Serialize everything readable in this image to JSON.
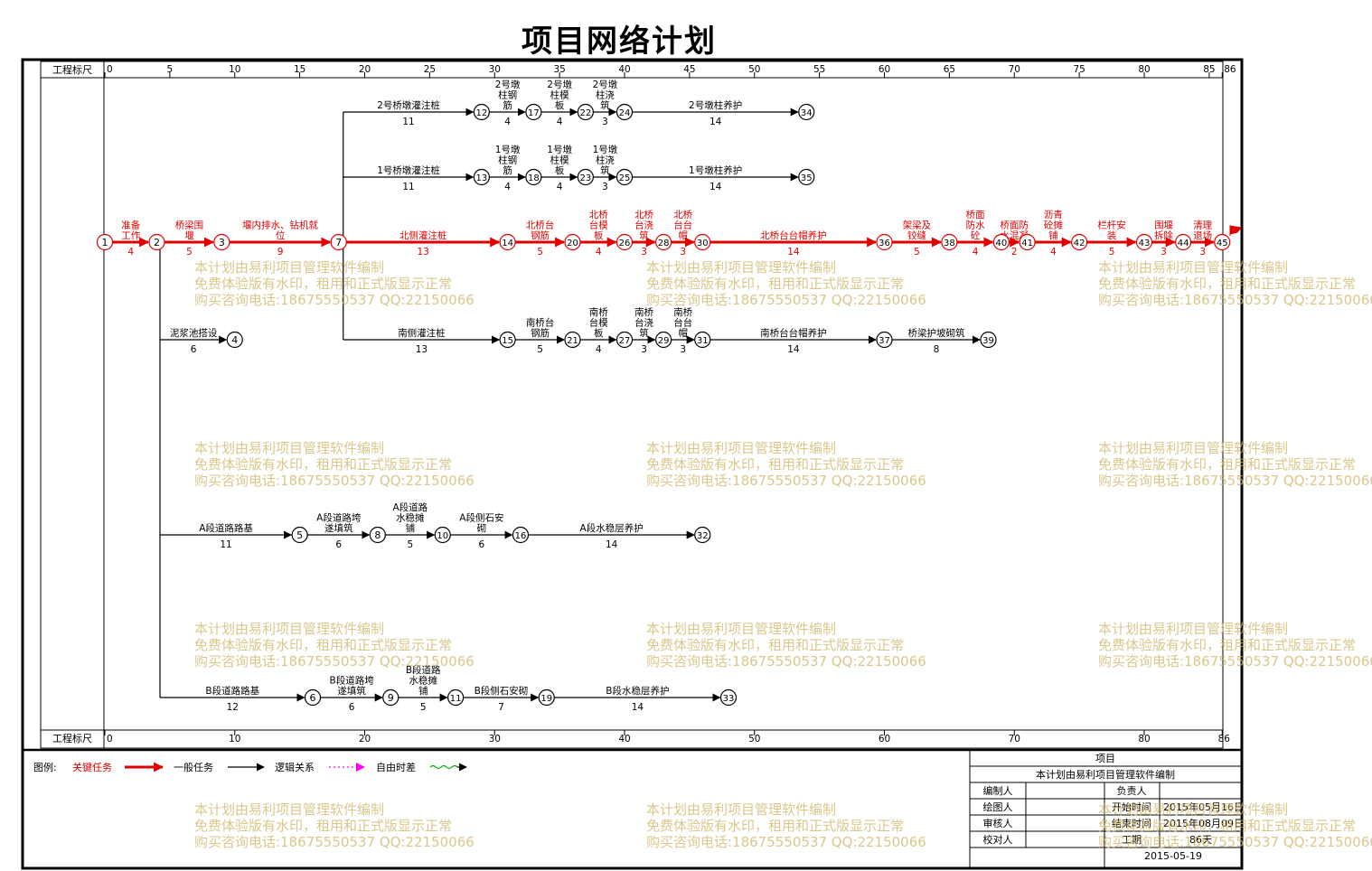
{
  "title": "项目网络计划",
  "scale_label": "工程标尺",
  "top_ticks": [
    "0",
    "5",
    "10",
    "15",
    "20",
    "25",
    "30",
    "35",
    "40",
    "45",
    "50",
    "55",
    "60",
    "65",
    "70",
    "75",
    "80",
    "85",
    "86"
  ],
  "bottom_ticks": [
    "0",
    "10",
    "20",
    "30",
    "40",
    "50",
    "60",
    "70",
    "80",
    "86"
  ],
  "legend": {
    "prefix": "图例:",
    "items": [
      {
        "label": "关键任务",
        "color": "#e00000"
      },
      {
        "label": "一般任务",
        "color": "#000000"
      },
      {
        "label": "逻辑关系",
        "color": "#ff00ff"
      },
      {
        "label": "自由时差",
        "color": "#00b000"
      }
    ]
  },
  "info_block": {
    "project_label": "项目",
    "company": "本计划由易利项目管理软件编制",
    "rows": [
      {
        "left": "编制人",
        "right_label": "负责人",
        "right_value": ""
      },
      {
        "left": "绘图人",
        "right_label": "开始时间",
        "right_value": "2015年05月16日"
      },
      {
        "left": "审核人",
        "right_label": "结束时间",
        "right_value": "2015年08月09日"
      },
      {
        "left": "校对人",
        "right_label": "工期",
        "right_value": "86天"
      }
    ],
    "date": "2015-05-19"
  },
  "watermark": [
    "本计划由易利项目管理软件编制",
    "免费体验版有水印，租用和正式版显示正常",
    "购买咨询电话:18675550537 QQ:22150066"
  ],
  "nodes": [
    {
      "id": "1",
      "t": 0,
      "row": "main"
    },
    {
      "id": "2",
      "t": 4,
      "row": "main"
    },
    {
      "id": "3",
      "t": 9,
      "row": "main"
    },
    {
      "id": "7",
      "t": 18,
      "row": "main"
    },
    {
      "id": "14",
      "t": 31,
      "row": "main"
    },
    {
      "id": "20",
      "t": 36,
      "row": "main"
    },
    {
      "id": "26",
      "t": 40,
      "row": "main"
    },
    {
      "id": "28",
      "t": 43,
      "row": "main"
    },
    {
      "id": "30",
      "t": 46,
      "row": "main"
    },
    {
      "id": "36",
      "t": 60,
      "row": "main"
    },
    {
      "id": "38",
      "t": 65,
      "row": "main"
    },
    {
      "id": "40",
      "t": 69,
      "row": "main"
    },
    {
      "id": "41",
      "t": 71,
      "row": "main"
    },
    {
      "id": "42",
      "t": 75,
      "row": "main"
    },
    {
      "id": "43",
      "t": 80,
      "row": "main"
    },
    {
      "id": "44",
      "t": 83,
      "row": "main"
    },
    {
      "id": "45",
      "t": 86,
      "row": "main"
    },
    {
      "id": "12",
      "t": 29,
      "row": "p2"
    },
    {
      "id": "17",
      "t": 33,
      "row": "p2"
    },
    {
      "id": "22",
      "t": 37,
      "row": "p2"
    },
    {
      "id": "24",
      "t": 40,
      "row": "p2"
    },
    {
      "id": "34",
      "t": 54,
      "row": "p2"
    },
    {
      "id": "13",
      "t": 29,
      "row": "p1"
    },
    {
      "id": "18",
      "t": 33,
      "row": "p1"
    },
    {
      "id": "23",
      "t": 37,
      "row": "p1"
    },
    {
      "id": "25",
      "t": 40,
      "row": "p1"
    },
    {
      "id": "35",
      "t": 54,
      "row": "p1"
    },
    {
      "id": "4",
      "t": 10,
      "row": "mud"
    },
    {
      "id": "15",
      "t": 31,
      "row": "south"
    },
    {
      "id": "21",
      "t": 36,
      "row": "south"
    },
    {
      "id": "27",
      "t": 40,
      "row": "south"
    },
    {
      "id": "29",
      "t": 43,
      "row": "south"
    },
    {
      "id": "31",
      "t": 46,
      "row": "south"
    },
    {
      "id": "37",
      "t": 60,
      "row": "south"
    },
    {
      "id": "39",
      "t": 68,
      "row": "south"
    },
    {
      "id": "5",
      "t": 15,
      "row": "a"
    },
    {
      "id": "8",
      "t": 21,
      "row": "a"
    },
    {
      "id": "10",
      "t": 26,
      "row": "a"
    },
    {
      "id": "16",
      "t": 32,
      "row": "a"
    },
    {
      "id": "32",
      "t": 46,
      "row": "a"
    },
    {
      "id": "6",
      "t": 16,
      "row": "b"
    },
    {
      "id": "9",
      "t": 22,
      "row": "b"
    },
    {
      "id": "11",
      "t": 27,
      "row": "b"
    },
    {
      "id": "19",
      "t": 34,
      "row": "b"
    },
    {
      "id": "33",
      "t": 48,
      "row": "b"
    }
  ],
  "tasks": [
    {
      "from": "1",
      "to": "2",
      "name": "准备\n工作",
      "dur": "4",
      "critical": true
    },
    {
      "from": "2",
      "to": "3",
      "name": "桥梁围\n堰",
      "dur": "5",
      "critical": true
    },
    {
      "from": "3",
      "to": "7",
      "name": "堰内排水、钻机就\n位",
      "dur": "9",
      "critical": true
    },
    {
      "from": "7",
      "to": "14",
      "name": "北侧灌注桩",
      "dur": "13",
      "critical": true
    },
    {
      "from": "14",
      "to": "20",
      "name": "北桥台\n钢筋",
      "dur": "5",
      "critical": true
    },
    {
      "from": "20",
      "to": "26",
      "name": "北桥\n台模\n板",
      "dur": "4",
      "critical": true
    },
    {
      "from": "26",
      "to": "28",
      "name": "北桥\n台浇\n筑",
      "dur": "3",
      "critical": true
    },
    {
      "from": "28",
      "to": "30",
      "name": "北桥\n台台\n帽",
      "dur": "3",
      "critical": true
    },
    {
      "from": "30",
      "to": "36",
      "name": "北桥台台帽养护",
      "dur": "14",
      "critical": true
    },
    {
      "from": "36",
      "to": "38",
      "name": "架梁及\n铰缝",
      "dur": "5",
      "critical": true
    },
    {
      "from": "38",
      "to": "40",
      "name": "桥面\n防水\n砼",
      "dur": "4",
      "critical": true
    },
    {
      "from": "40",
      "to": "41",
      "name": "桥面防\n水混凝",
      "dur": "2",
      "critical": true
    },
    {
      "from": "41",
      "to": "42",
      "name": "沥青\n砼摊\n铺",
      "dur": "4",
      "critical": true
    },
    {
      "from": "42",
      "to": "43",
      "name": "栏杆安\n装",
      "dur": "5",
      "critical": true
    },
    {
      "from": "43",
      "to": "44",
      "name": "围堰\n拆除",
      "dur": "3",
      "critical": true
    },
    {
      "from": "44",
      "to": "45",
      "name": "清理\n退场",
      "dur": "3",
      "critical": true
    },
    {
      "from": "7",
      "to": "12",
      "name": "2号桥墩灌注桩",
      "dur": "11",
      "critical": false
    },
    {
      "from": "12",
      "to": "17",
      "name": "2号墩\n柱钢\n筋",
      "dur": "4",
      "critical": false
    },
    {
      "from": "17",
      "to": "22",
      "name": "2号墩\n柱模\n板",
      "dur": "4",
      "critical": false
    },
    {
      "from": "22",
      "to": "24",
      "name": "2号墩\n柱浇\n筑",
      "dur": "3",
      "critical": false
    },
    {
      "from": "24",
      "to": "34",
      "name": "2号墩柱养护",
      "dur": "14",
      "critical": false
    },
    {
      "from": "7",
      "to": "13",
      "name": "1号桥墩灌注桩",
      "dur": "11",
      "critical": false
    },
    {
      "from": "13",
      "to": "18",
      "name": "1号墩\n柱钢\n筋",
      "dur": "4",
      "critical": false
    },
    {
      "from": "18",
      "to": "23",
      "name": "1号墩\n柱模\n板",
      "dur": "4",
      "critical": false
    },
    {
      "from": "23",
      "to": "25",
      "name": "1号墩\n柱浇\n筑",
      "dur": "3",
      "critical": false
    },
    {
      "from": "25",
      "to": "35",
      "name": "1号墩柱养护",
      "dur": "14",
      "critical": false
    },
    {
      "from": "2",
      "to": "4",
      "name": "泥浆池搭设",
      "dur": "6",
      "critical": false
    },
    {
      "from": "7",
      "to": "15",
      "name": "南侧灌注桩",
      "dur": "13",
      "critical": false
    },
    {
      "from": "15",
      "to": "21",
      "name": "南桥台\n钢筋",
      "dur": "5",
      "critical": false
    },
    {
      "from": "21",
      "to": "27",
      "name": "南桥\n台模\n板",
      "dur": "4",
      "critical": false
    },
    {
      "from": "27",
      "to": "29",
      "name": "南桥\n台浇\n筑",
      "dur": "3",
      "critical": false
    },
    {
      "from": "29",
      "to": "31",
      "name": "南桥\n台台\n帽",
      "dur": "3",
      "critical": false
    },
    {
      "from": "31",
      "to": "37",
      "name": "南桥台台帽养护",
      "dur": "14",
      "critical": false
    },
    {
      "from": "37",
      "to": "39",
      "name": "桥梁护坡砌筑",
      "dur": "8",
      "critical": false
    },
    {
      "from": "2",
      "to": "5",
      "name": "A段道路路基",
      "dur": "11",
      "critical": false
    },
    {
      "from": "5",
      "to": "8",
      "name": "A段道路垮\n遂填筑",
      "dur": "6",
      "critical": false
    },
    {
      "from": "8",
      "to": "10",
      "name": "A段道路\n水稳摊\n铺",
      "dur": "5",
      "critical": false
    },
    {
      "from": "10",
      "to": "16",
      "name": "A段侧石安\n砌",
      "dur": "6",
      "critical": false
    },
    {
      "from": "16",
      "to": "32",
      "name": "A段水稳层养护",
      "dur": "14",
      "critical": false
    },
    {
      "from": "2",
      "to": "6",
      "name": "B段道路路基",
      "dur": "12",
      "critical": false
    },
    {
      "from": "6",
      "to": "9",
      "name": "B段道路垮\n遂填筑",
      "dur": "6",
      "critical": false
    },
    {
      "from": "9",
      "to": "11",
      "name": "B段道路\n水稳摊\n铺",
      "dur": "5",
      "critical": false
    },
    {
      "from": "11",
      "to": "19",
      "name": "B段侧石安砌",
      "dur": "7",
      "critical": false
    },
    {
      "from": "19",
      "to": "33",
      "name": "B段水稳层养护",
      "dur": "14",
      "critical": false
    }
  ]
}
